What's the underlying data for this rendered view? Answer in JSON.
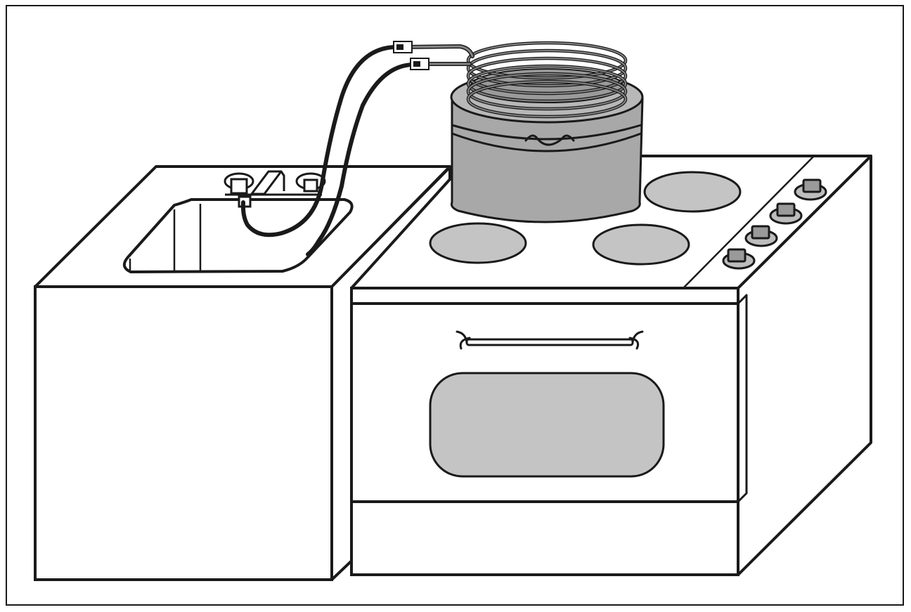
{
  "illustration": {
    "subject": "",
    "colors": {
      "outline": "#1a1a1a",
      "background": "#ffffff",
      "surface_light": "#c4c4c4",
      "pot_body": "#a8a8a8",
      "pot_rim": "#b8b8b8",
      "pot_interior": "#9a9a9a",
      "coil_tube": "#858585",
      "hose": "#1a1a1a",
      "knob_cap": "#9a9a9a",
      "knob_ring": "#bdbdbd"
    },
    "objects": [
      {
        "name": "kitchen-sink-cabinet",
        "icon": "sink-cabinet-icon"
      },
      {
        "name": "sink-faucet",
        "icon": "faucet-icon"
      },
      {
        "name": "water-hoses",
        "icon": "hose-icon"
      },
      {
        "name": "electric-stove",
        "icon": "stove-icon"
      },
      {
        "name": "cooking-pot",
        "icon": "pot-icon"
      },
      {
        "name": "cooling-coil",
        "icon": "coil-icon"
      },
      {
        "name": "hot-plates",
        "count": 4,
        "icon": "burner-icon"
      },
      {
        "name": "control-knobs",
        "count": 4,
        "icon": "knob-icon"
      },
      {
        "name": "oven-door",
        "icon": "oven-door-icon"
      },
      {
        "name": "oven-window",
        "icon": "window-icon"
      },
      {
        "name": "oven-door-handle",
        "icon": "handle-icon"
      }
    ]
  }
}
